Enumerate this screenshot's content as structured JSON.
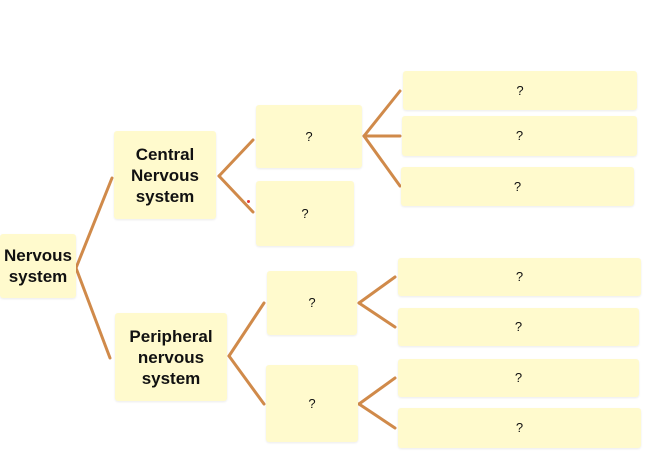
{
  "root": {
    "label": "Nervous\nsystem"
  },
  "central": {
    "label": "Central\nNervous\nsystem"
  },
  "peripheral": {
    "label": "Peripheral\nnervous\nsystem"
  },
  "central_children": [
    {
      "label": "?",
      "children": [
        {
          "label": "?"
        },
        {
          "label": "?"
        },
        {
          "label": "?"
        }
      ]
    },
    {
      "label": "?"
    }
  ],
  "peripheral_children": [
    {
      "label": "?",
      "children": [
        {
          "label": "?"
        },
        {
          "label": "?"
        }
      ]
    },
    {
      "label": "?",
      "children": [
        {
          "label": "?"
        },
        {
          "label": "?"
        }
      ]
    }
  ],
  "colors": {
    "box_fill": "#fffacd",
    "connector": "#d08a4a",
    "text": "#111111"
  }
}
